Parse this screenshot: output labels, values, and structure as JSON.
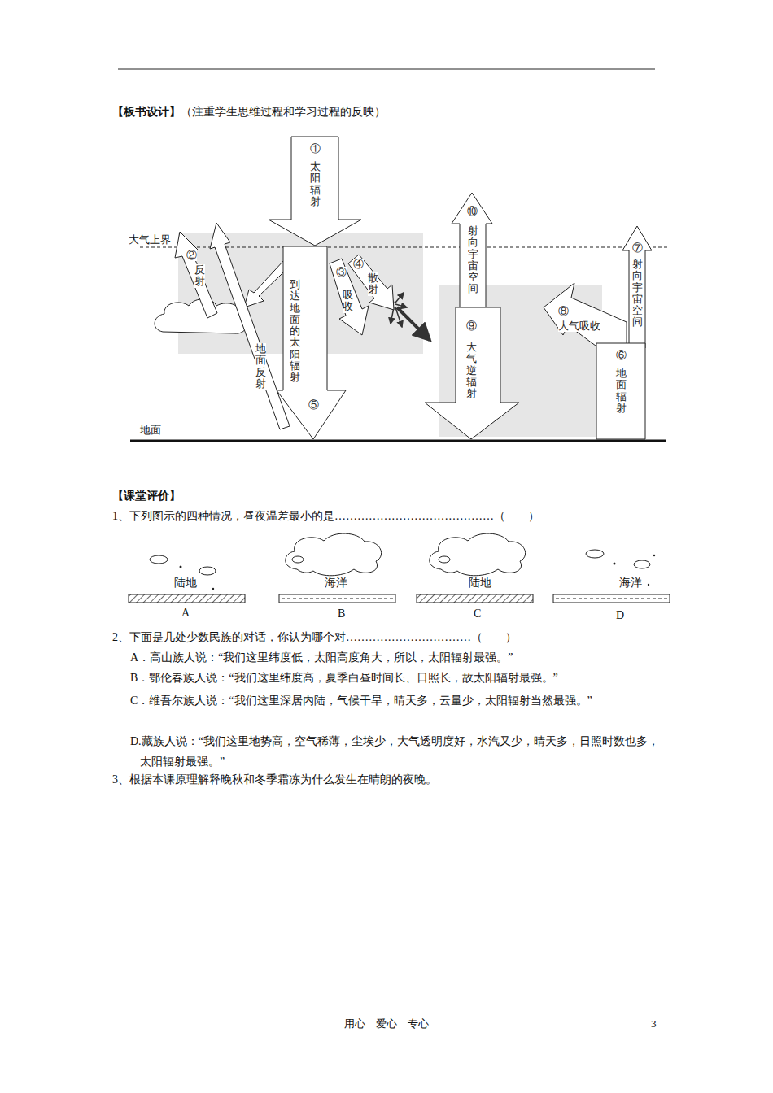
{
  "diagram": {
    "nodes": [
      {
        "text": [
          "①",
          "太阳辐射"
        ]
      },
      {
        "text": [
          "②",
          "反射"
        ]
      },
      {
        "text": [
          "地面反射"
        ]
      },
      {
        "text": [
          "到达地面的太阳辐射",
          "⑤"
        ]
      },
      {
        "text": [
          "③",
          "吸收"
        ]
      },
      {
        "text": [
          "④",
          "散射"
        ]
      },
      {
        "text": [
          "⑩",
          "射向宇宙空间"
        ]
      },
      {
        "text": [
          "⑨",
          "大气逆辐射"
        ]
      },
      {
        "text": [
          "⑧",
          "大气吸收"
        ]
      },
      {
        "text": [
          "⑦",
          "射向宇宙空间"
        ]
      },
      {
        "text": [
          "⑥",
          "地面辐射"
        ]
      }
    ],
    "labels": [
      "【板书设计】",
      "（注重学生思维过程和学习过程的反映）",
      "大气上界",
      "地面",
      "【课堂评价】",
      "1、下列图示的四种情况，昼夜温差最小的是……………………………………（　　）",
      "陆地",
      "海洋",
      "陆地",
      "海洋",
      "A",
      "B",
      "C",
      "D",
      "2、下面是几处少数民族的对话，你认为哪个对……………………………（　　）",
      "A．高山族人说：“我们这里纬度低，太阳高度角大，所以，太阳辐射最强。”",
      "B．鄂伦春族人说：“我们这里纬度高，夏季白昼时间长、日照长，故太阳辐射最强。”",
      "C．维吾尔族人说：“我们这里深居内陆，气候干旱，晴天多，云量少，太阳辐射当然最强。”",
      "D.藏族人说：“我们这里地势高，空气稀薄，尘埃少，大气透明度好，水汽又少，晴天多，日照时数也多，太阳辐射最强。”",
      "3、根据本课原理解释晚秋和冬季霜冻为什么发生在晴朗的夜晚。",
      "用心　爱心　专心",
      "3"
    ]
  }
}
